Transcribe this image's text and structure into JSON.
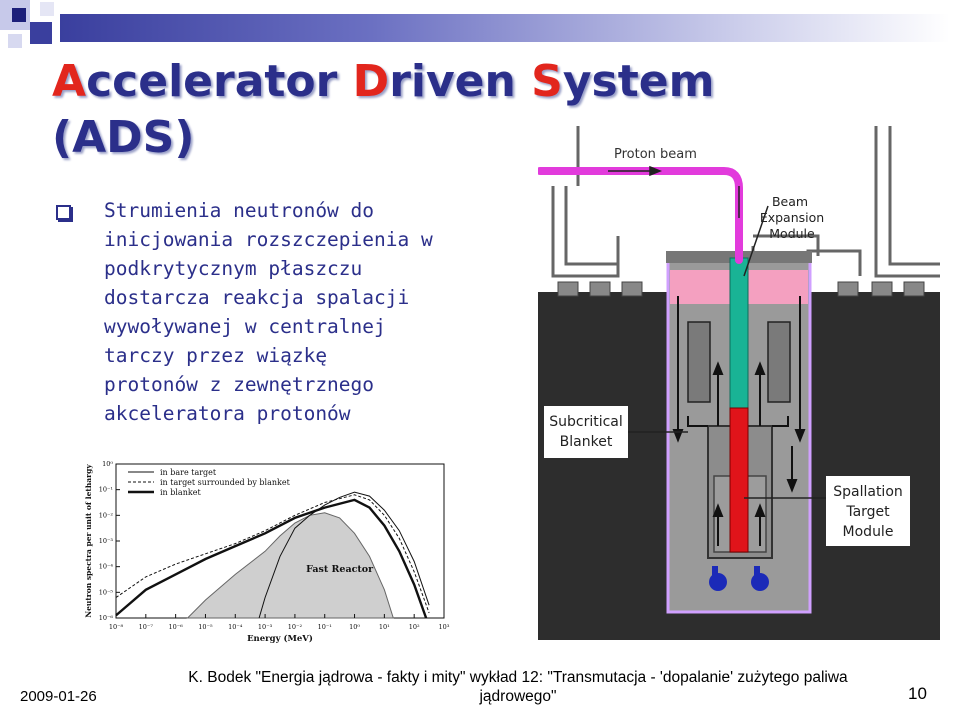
{
  "slide": {
    "title_parts": [
      {
        "text": "A",
        "accent": true
      },
      {
        "text": "ccelerator ",
        "accent": false
      },
      {
        "text": "D",
        "accent": true
      },
      {
        "text": "riven ",
        "accent": false
      },
      {
        "text": "S",
        "accent": true
      },
      {
        "text": "ystem",
        "accent": false
      }
    ],
    "title_line2": "(ADS)",
    "bullet_lines": [
      "Strumienia neutronów do",
      "inicjowania rozszczepienia w",
      "podkrytycznym płaszczu",
      "dostarcza reakcja spalacji",
      "wywoływanej w centralnej",
      "tarczy przez wiązkę",
      "protonów z zewnętrznego",
      "akceleratora protonów"
    ],
    "footer": {
      "date": "2009-01-26",
      "credit_line1": "K. Bodek \"Energia jądrowa - fakty i mity\" wykład 12: \"Transmutacja - 'dopalanie' zużytego paliwa",
      "credit_line2": "jądrowego\"",
      "page_number": "10"
    },
    "colors": {
      "title": "#2b2f8a",
      "title_accent": "#e2261d",
      "text": "#2b2f8a"
    }
  },
  "diagram": {
    "labels": {
      "proton_beam": "Proton beam",
      "beam_expansion_1": "Beam",
      "beam_expansion_2": "Expansion",
      "beam_expansion_3": "Module",
      "subcritical_1": "Subcritical",
      "subcritical_2": "Blanket",
      "spallation_1": "Spallation",
      "spallation_2": "Target",
      "spallation_3": "Module"
    }
  },
  "chart_data": {
    "type": "line",
    "legend": [
      "in bare target",
      "in target surrounded by blanket",
      "in blanket"
    ],
    "legend_position": "top",
    "annotation": "Fast Reactor",
    "ylabel": "Neutron spectra per unit of lethargy",
    "xlabel": "Energy (MeV)",
    "x_scale": "log",
    "y_scale": "log",
    "x_ticks": [
      "10⁻⁸",
      "10⁻⁷",
      "10⁻⁶",
      "10⁻⁵",
      "10⁻⁴",
      "10⁻³",
      "10⁻²",
      "10⁻¹",
      "10⁰",
      "10¹",
      "10²",
      "10³"
    ],
    "y_ticks": [
      "10⁻⁶",
      "10⁻⁵",
      "10⁻⁴",
      "10⁻³",
      "10⁻²",
      "10⁻¹",
      "10⁰"
    ],
    "x_exponent_range": [
      -8,
      3
    ],
    "y_exponent_range": [
      -6,
      0
    ],
    "series": [
      {
        "name": "in bare target",
        "style": "solid",
        "points": [
          [
            -3.2,
            -6
          ],
          [
            -3,
            -5.2
          ],
          [
            -2.5,
            -3.6
          ],
          [
            -2,
            -2.5
          ],
          [
            -1.5,
            -2.0
          ],
          [
            -1,
            -1.6
          ],
          [
            -0.5,
            -1.3
          ],
          [
            0,
            -1.1
          ],
          [
            0.5,
            -1.25
          ],
          [
            1,
            -1.8
          ],
          [
            1.5,
            -2.6
          ],
          [
            2,
            -3.8
          ],
          [
            2.5,
            -5.5
          ]
        ]
      },
      {
        "name": "in target surrounded by blanket",
        "style": "dashed",
        "points": [
          [
            -8,
            -5.2
          ],
          [
            -7,
            -4.4
          ],
          [
            -6,
            -3.9
          ],
          [
            -5,
            -3.5
          ],
          [
            -4,
            -3.1
          ],
          [
            -3,
            -2.6
          ],
          [
            -2,
            -2.0
          ],
          [
            -1,
            -1.5
          ],
          [
            0,
            -1.2
          ],
          [
            0.5,
            -1.4
          ],
          [
            1,
            -2.0
          ],
          [
            1.5,
            -2.9
          ],
          [
            2,
            -4.2
          ],
          [
            2.5,
            -5.8
          ]
        ]
      },
      {
        "name": "in blanket",
        "style": "thick",
        "points": [
          [
            -8,
            -5.9
          ],
          [
            -7,
            -4.9
          ],
          [
            -6,
            -4.3
          ],
          [
            -5,
            -3.7
          ],
          [
            -4,
            -3.2
          ],
          [
            -3,
            -2.7
          ],
          [
            -2,
            -2.1
          ],
          [
            -1,
            -1.7
          ],
          [
            0,
            -1.4
          ],
          [
            0.5,
            -1.7
          ],
          [
            1,
            -2.4
          ],
          [
            1.5,
            -3.4
          ],
          [
            2,
            -4.7
          ],
          [
            2.4,
            -6
          ]
        ]
      },
      {
        "name": "Fast Reactor",
        "style": "fill",
        "points": [
          [
            -5.6,
            -6
          ],
          [
            -5,
            -5.3
          ],
          [
            -4,
            -4.3
          ],
          [
            -3,
            -3.4
          ],
          [
            -2.5,
            -2.8
          ],
          [
            -2,
            -2.3
          ],
          [
            -1.5,
            -2.0
          ],
          [
            -1,
            -1.9
          ],
          [
            -0.5,
            -2.1
          ],
          [
            0,
            -2.7
          ],
          [
            0.5,
            -3.6
          ],
          [
            1,
            -4.9
          ],
          [
            1.3,
            -6
          ]
        ]
      }
    ]
  }
}
